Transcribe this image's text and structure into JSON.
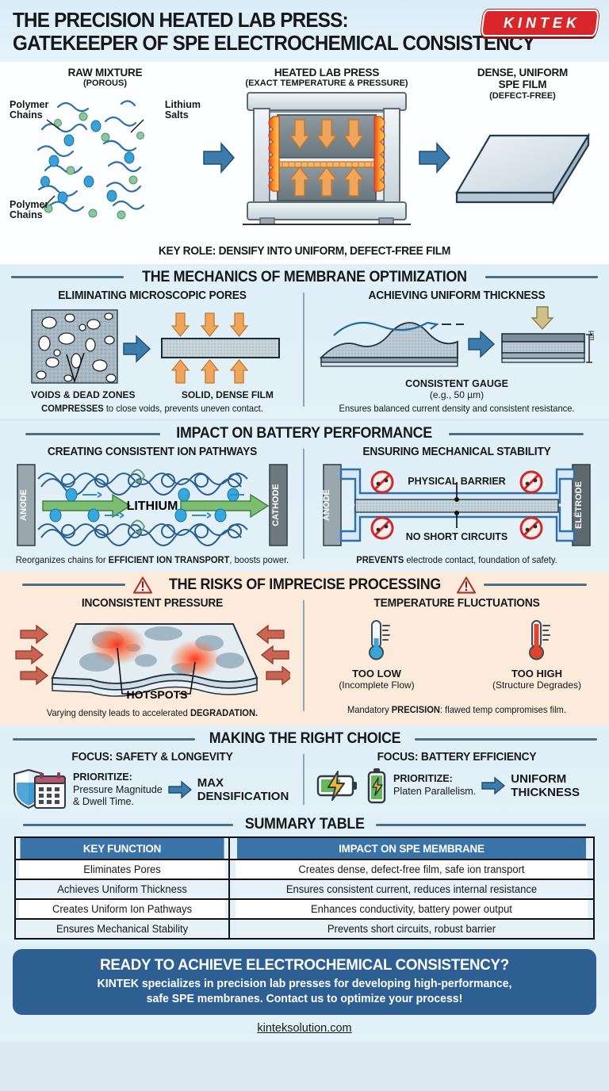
{
  "brand": {
    "logo_text": "KINTEK",
    "logo_color": "#d8262b"
  },
  "header": {
    "title_line1": "THE PRECISION HEATED LAB PRESS:",
    "title_line2": "GATEKEEPER OF SPE ELECTROCHEMICAL CONSISTENCY"
  },
  "process": {
    "step1": {
      "title": "RAW MIXTURE",
      "sub": "(POROUS)",
      "label_left_top": "Polymer\nChains",
      "label_right_top": "Lithium\nSalts",
      "label_left_bottom": "Polymer\nChains"
    },
    "step2": {
      "title": "HEATED LAB PRESS",
      "sub": "(EXACT TEMPERATURE & PRESSURE)"
    },
    "step3": {
      "title_line1": "DENSE, UNIFORM",
      "title_line2": "SPE FILM",
      "sub": "(DEFECT-FREE)"
    },
    "key_role": "KEY ROLE: DENSIFY INTO UNIFORM, DEFECT-FREE FILM"
  },
  "mechanics": {
    "heading": "THE MECHANICS OF MEMBRANE OPTIMIZATION",
    "left": {
      "title": "ELIMINATING MICROSCOPIC PORES",
      "label_a": "VOIDS & DEAD ZONES",
      "label_b": "SOLID, DENSE FILM",
      "caption_bold": "COMPRESSES",
      "caption_rest": " to close voids, prevents uneven contact."
    },
    "right": {
      "title": "ACHIEVING UNIFORM THICKNESS",
      "label_a": "CONSISTENT GAUGE",
      "label_b": "(e.g., 50 µm)",
      "dim_unit": "µm",
      "caption": "Ensures balanced current density and consistent resistance."
    }
  },
  "battery": {
    "heading": "IMPACT ON BATTERY PERFORMANCE",
    "left": {
      "title": "CREATING CONSISTENT ION PATHWAYS",
      "electrode_left": "ANODE",
      "electrode_right": "CATHODE",
      "flow_label": "LITHIUM",
      "caption_a": "Reorganizes chains for ",
      "caption_bold": "EFFICIENT ION TRANSPORT",
      "caption_b": ", boosts power."
    },
    "right": {
      "title": "ENSURING MECHANICAL STABILITY",
      "electrode_left": "ANODE",
      "electrode_right": "ELËTRODE",
      "label_top": "PHYSICAL BARRIER",
      "label_bottom": "NO SHORT CIRCUITS",
      "caption_bold": "PREVENTS",
      "caption_rest": " electrode contact, foundation of safety."
    }
  },
  "risks": {
    "heading": "THE RISKS OF IMPRECISE PROCESSING",
    "left": {
      "title": "INCONSISTENT PRESSURE",
      "hotspot_label": "HOTSPOTS",
      "caption_a": "Varying density leads to accelerated ",
      "caption_bold": "DEGRADATION."
    },
    "right": {
      "title": "TEMPERATURE FLUCTUATIONS",
      "cold_title": "TOO LOW",
      "cold_sub": "(Incomplete Flow)",
      "hot_title": "TOO HIGH",
      "hot_sub": "(Structure Degrades)",
      "caption_a": "Mandatory ",
      "caption_bold": "PRECISION",
      "caption_b": ": flawed temp compromises film."
    }
  },
  "choice": {
    "heading": "MAKING THE RIGHT CHOICE",
    "left": {
      "title": "FOCUS: SAFETY & LONGEVITY",
      "prioritize_label": "PRIORITIZE:",
      "prioritize_line1": "Pressure Magnitude",
      "prioritize_line2": "& Dwell Time.",
      "result_line1": "MAX",
      "result_line2": "DENSIFICATION"
    },
    "right": {
      "title": "FOCUS: BATTERY EFFICIENCY",
      "prioritize_label": "PRIORITIZE:",
      "prioritize_line1": "Platen Parallelism.",
      "result_line1": "UNIFORM",
      "result_line2": "THICKNESS"
    }
  },
  "summary": {
    "heading": "SUMMARY TABLE",
    "columns": [
      "KEY FUNCTION",
      "IMPACT ON SPE MEMBRANE"
    ],
    "rows": [
      [
        "Eliminates Pores",
        "Creates dense, defect-free film, safe ion transport"
      ],
      [
        "Achieves Uniform Thickness",
        "Ensures consistent current, reduces internal resistance"
      ],
      [
        "Creates Uniform Ion Pathways",
        "Enhances conductivity, battery power output"
      ],
      [
        "Ensures Mechanical Stability",
        "Prevents short circuits, robust barrier"
      ]
    ]
  },
  "cta": {
    "headline": "READY TO ACHIEVE ELECTROCHEMICAL CONSISTENCY?",
    "body_line1": "KINTEK specializes in precision lab presses for developing high-performance,",
    "body_line2": "safe SPE membranes. Contact us to optimize your process!",
    "url": "kinteksolution.com",
    "bg_color": "#2e5f93"
  }
}
